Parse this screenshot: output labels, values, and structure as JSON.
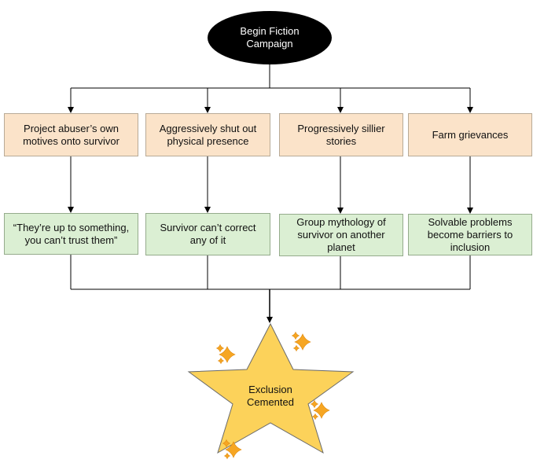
{
  "start": {
    "label": "Begin Fiction\nCampaign"
  },
  "branches": [
    {
      "tactic": "Project abuser’s own\nmotives onto survivor",
      "effect": "“They’re up to something,\nyou can’t trust them”"
    },
    {
      "tactic": "Aggressively shut out\nphysical presence",
      "effect": "Survivor can’t correct\nany of it"
    },
    {
      "tactic": "Progressively sillier\nstories",
      "effect": "Group mythology of\nsurvivor on another\nplanet"
    },
    {
      "tactic": "Farm grievances",
      "effect": "Solvable problems\nbecome barriers to\ninclusion"
    }
  ],
  "outcome": {
    "label": "Exclusion\nCemented"
  },
  "colors": {
    "start_fill": "#000000",
    "tactic_fill": "#fbe3c9",
    "effect_fill": "#dbefd3",
    "star_fill": "#fcd25a",
    "sparkle": "#f6a623"
  },
  "icons": [
    "sparkles-icon",
    "sparkles-icon",
    "sparkles-icon",
    "sparkles-icon"
  ]
}
